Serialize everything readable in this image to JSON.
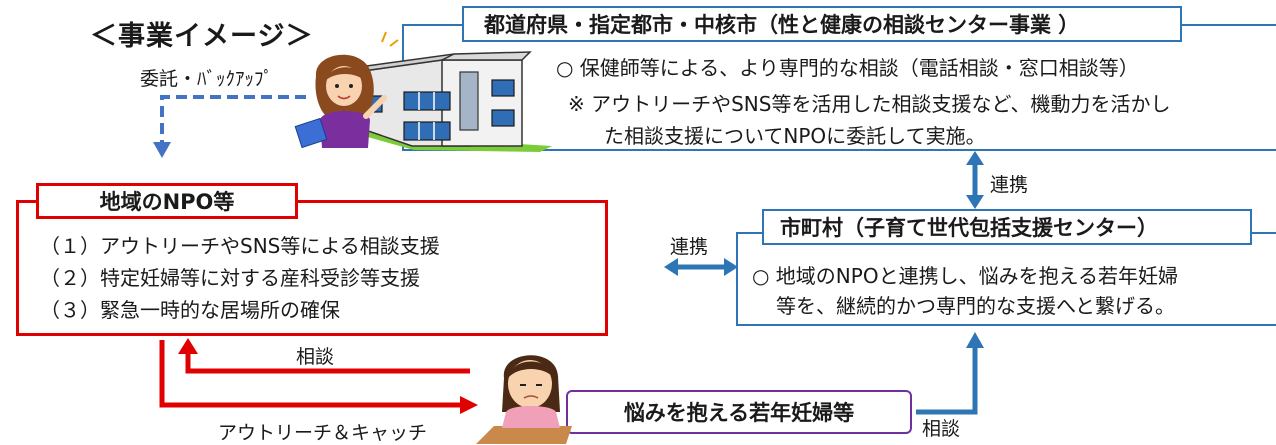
{
  "title": "＜事業イメージ＞",
  "prefecture": {
    "heading": "都道府県・指定都市・中核市（性と健康の相談センター事業 ）",
    "line1": "○ 保健師等による、より専門的な相談（電話相談・窓口相談等）",
    "line2": "※ アウトリーチやSNS等を活用した相談支援など、機動力を活かし",
    "line3": "た相談支援についてNPOに委託して実施。"
  },
  "consign_label": "委託・ﾊﾞｯｸｱｯﾌﾟ",
  "npo": {
    "heading": "地域のNPO等",
    "items": [
      "（１）アウトリーチやSNS等による相談支援",
      "（２）特定妊婦等に対する産科受診等支援",
      "（３）緊急一時的な居場所の確保"
    ]
  },
  "municipality": {
    "heading": "市町村（子育て世代包括支援センター）",
    "line1": "○ 地域のNPOと連携し、悩みを抱える若年妊婦",
    "line2": "等を、継続的かつ専門的な支援へと繋げる。"
  },
  "young_women_label": "悩みを抱える若年妊婦等",
  "link_labels": {
    "cooperation_vertical": "連携",
    "cooperation_horizontal": "連携",
    "consult_npo": "相談",
    "outreach": "アウトリーチ＆キャッチ",
    "consult_municipality": "相談"
  },
  "icons": {
    "building": "office-building-illustration",
    "staff": "staff-woman-illustration",
    "girl": "worried-girl-illustration"
  },
  "colors": {
    "blue": "#2e75b6",
    "red": "#e00000",
    "purple": "#7030a0",
    "dashed_arrow": "#4472c4"
  }
}
